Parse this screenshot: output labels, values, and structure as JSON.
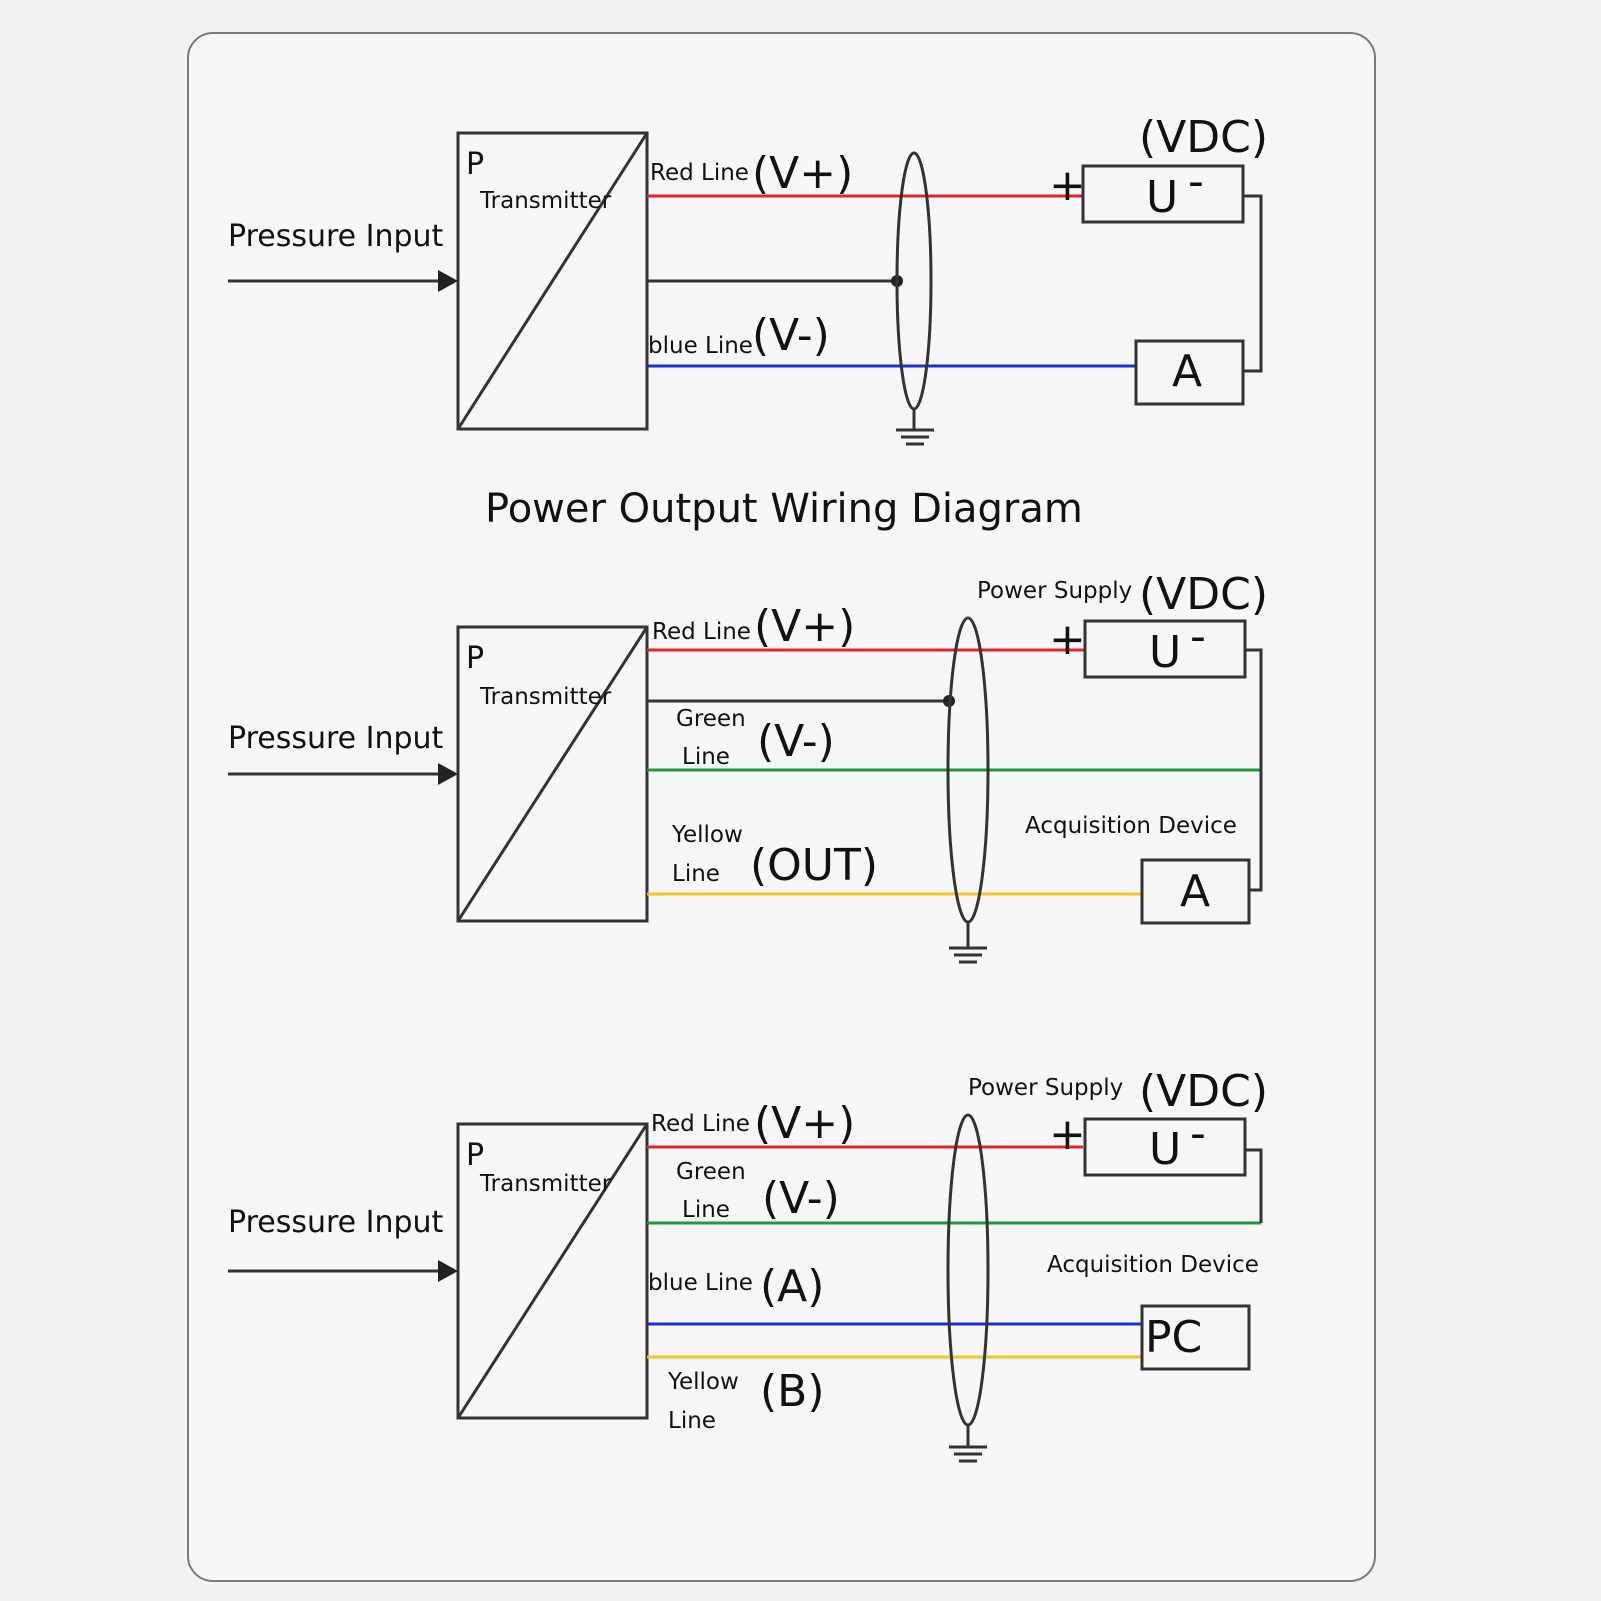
{
  "title": "Power Output Wiring Diagram",
  "colors": {
    "red": "#e0252b",
    "blue": "#1f2fcf",
    "green": "#1f9a3f",
    "yellow": "#f0c722",
    "black": "#333333"
  },
  "diagrams": [
    {
      "input_label": "Pressure Input",
      "transmitter_p": "P",
      "transmitter_label": "Transmitter",
      "supply_label": "",
      "supply_vdc": "(VDC)",
      "supply_u": "U",
      "supply_minus": "-",
      "supply_plus": "+",
      "acq_label": "",
      "device_label": "A",
      "wires": [
        {
          "name": "Red Line",
          "tag": "(V+)"
        },
        {
          "name": "blue Line",
          "tag": "(V-)"
        }
      ]
    },
    {
      "input_label": "Pressure Input",
      "transmitter_p": "P",
      "transmitter_label": "Transmitter",
      "supply_label": "Power Supply",
      "supply_vdc": "(VDC)",
      "supply_u": "U",
      "supply_minus": "-",
      "supply_plus": "+",
      "acq_label": "Acquisition Device",
      "device_label": "A",
      "wires": [
        {
          "name": "Red Line",
          "tag": "(V+)"
        },
        {
          "name_l1": "Green",
          "name_l2": "Line",
          "tag": "(V-)"
        },
        {
          "name_l1": "Yellow",
          "name_l2": "Line",
          "tag": "(OUT)"
        }
      ]
    },
    {
      "input_label": "Pressure Input",
      "transmitter_p": "P",
      "transmitter_label": "Transmitter",
      "supply_label": "Power Supply",
      "supply_vdc": "(VDC)",
      "supply_u": "U",
      "supply_minus": "-",
      "supply_plus": "+",
      "acq_label": "Acquisition Device",
      "device_label": "PC",
      "wires": [
        {
          "name": "Red Line",
          "tag": "(V+)"
        },
        {
          "name_l1": "Green",
          "name_l2": "Line",
          "tag": "(V-)"
        },
        {
          "name": "blue Line",
          "tag": "(A)"
        },
        {
          "name_l1": "Yellow",
          "name_l2": "Line",
          "tag": "(B)"
        }
      ]
    }
  ]
}
